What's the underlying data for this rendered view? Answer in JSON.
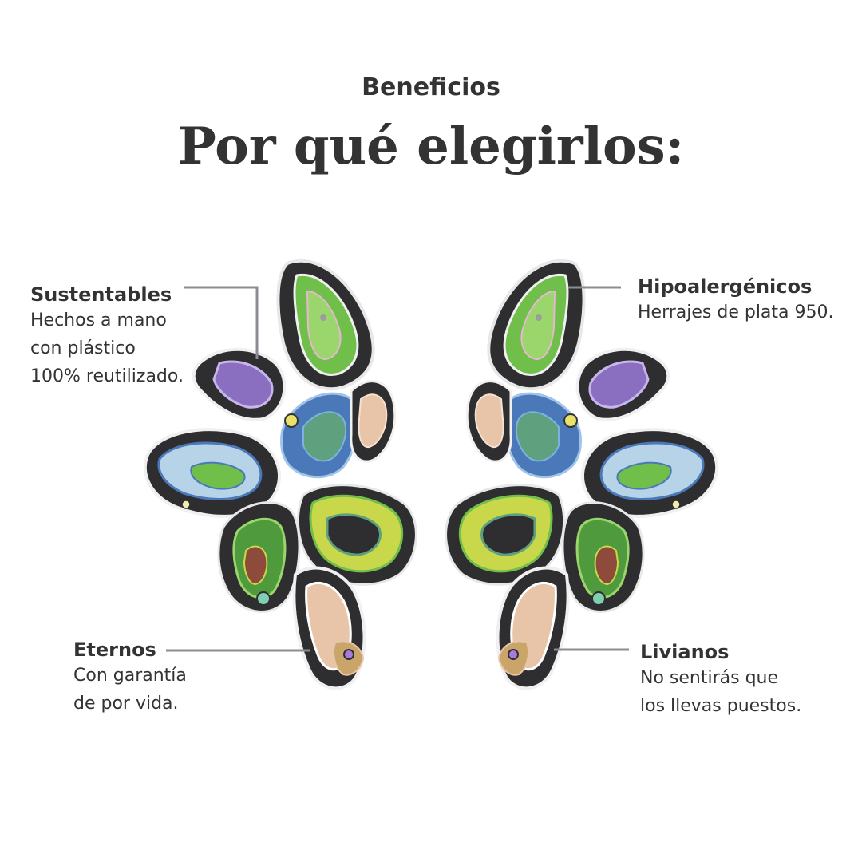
{
  "header": {
    "eyebrow": "Beneficios",
    "title": "Por qué elegirlos:"
  },
  "benefits": [
    {
      "name": "Sustentables",
      "lines": [
        "Hechos a mano",
        "con plástico",
        "100% reutilizado."
      ]
    },
    {
      "name": "Hipoalergénicos",
      "lines": [
        "Herrajes de plata 950."
      ]
    },
    {
      "name": "Eternos",
      "lines": [
        "Con garantía",
        "de por vida."
      ]
    },
    {
      "name": "Livianos",
      "lines": [
        "No sentirás que",
        "los llevas puestos."
      ]
    }
  ],
  "colors": {
    "text": "#333333",
    "connector": "#8a8d91",
    "petal_green": "#6fbf4a",
    "petal_lime": "#c9d84a",
    "petal_blue": "#4a78b8",
    "petal_purple": "#8a6fc0",
    "petal_peach": "#e8c4a8",
    "petal_dark": "#2e2e30"
  }
}
